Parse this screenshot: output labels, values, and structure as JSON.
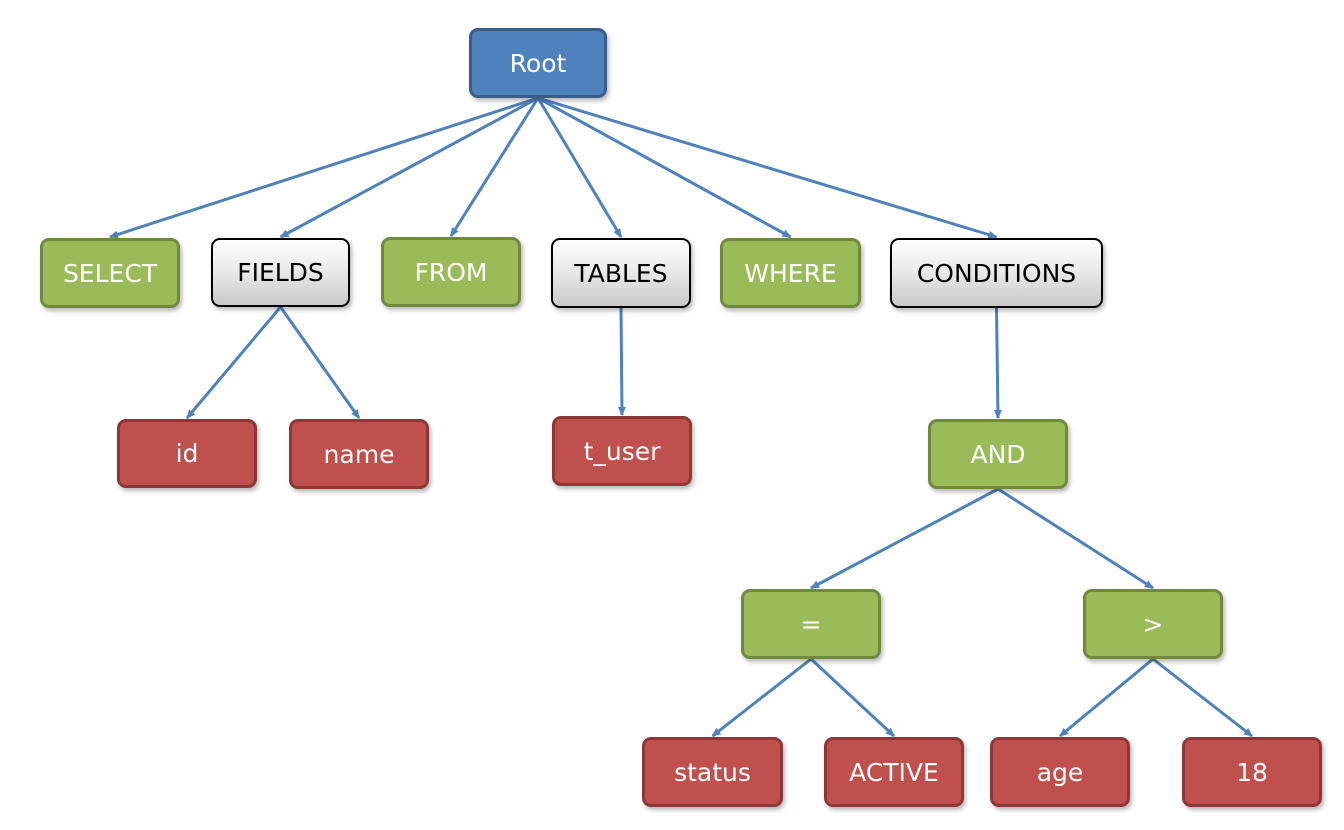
{
  "tree": {
    "root": {
      "label": "Root"
    },
    "select": {
      "label": "SELECT"
    },
    "fields": {
      "label": "FIELDS"
    },
    "from": {
      "label": "FROM"
    },
    "tables": {
      "label": "TABLES"
    },
    "where": {
      "label": "WHERE"
    },
    "conditions": {
      "label": "CONDITIONS"
    },
    "field_id": {
      "label": "id"
    },
    "field_name": {
      "label": "name"
    },
    "table_t_user": {
      "label": "t_user"
    },
    "and": {
      "label": "AND"
    },
    "equals": {
      "label": "="
    },
    "greater_than": {
      "label": ">"
    },
    "status": {
      "label": "status"
    },
    "active": {
      "label": "ACTIVE"
    },
    "age": {
      "label": "age"
    },
    "eighteen": {
      "label": "18"
    }
  },
  "edges": [
    [
      "root",
      "select"
    ],
    [
      "root",
      "fields"
    ],
    [
      "root",
      "from"
    ],
    [
      "root",
      "tables"
    ],
    [
      "root",
      "where"
    ],
    [
      "root",
      "conditions"
    ],
    [
      "fields",
      "field_id"
    ],
    [
      "fields",
      "field_name"
    ],
    [
      "tables",
      "table_t_user"
    ],
    [
      "conditions",
      "and"
    ],
    [
      "and",
      "equals"
    ],
    [
      "and",
      "greater_than"
    ],
    [
      "equals",
      "status"
    ],
    [
      "equals",
      "active"
    ],
    [
      "greater_than",
      "age"
    ],
    [
      "greater_than",
      "eighteen"
    ]
  ],
  "colors": {
    "edge": "#4f81bd",
    "root": "#4f81bd",
    "keyword": "#9bbb59",
    "group": "#d9d9d9",
    "leaf": "#c0504d"
  }
}
